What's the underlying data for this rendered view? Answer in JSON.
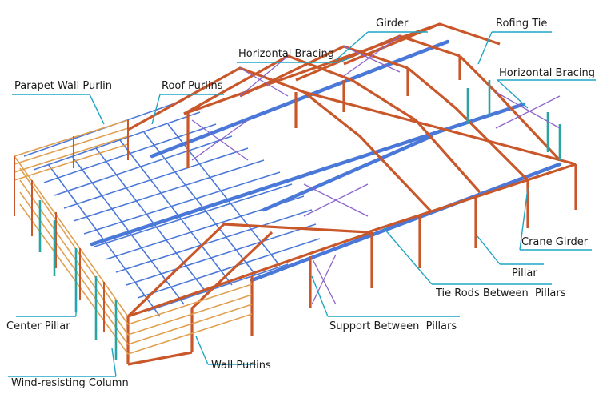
{
  "labels": {
    "girder": "Girder",
    "rofing_tie": "Rofing Tie",
    "horizontal_bracing_top": "Horizontal Bracing",
    "horizontal_bracing_right": "Horizontal Bracing",
    "parapet_wall_purlin": "Parapet Wall Purlin",
    "roof_purlins": "Roof Purlins",
    "crane_girder": "Crane Girder",
    "pillar": "Pillar",
    "tie_rods_between_pillars": "Tie Rods Between  Pillars",
    "center_pillar": "Center Pillar",
    "support_between_pillars": "Support Between  Pillars",
    "wall_purlins": "Wall Purlins",
    "wind_resisting_column": "Wind-resisting Column"
  },
  "colors": {
    "steel_frame": "#c9572a",
    "purlin_blue": "#4a78d8",
    "bracing_purple": "#8a63c9",
    "column_teal": "#2aa3a3",
    "parapet_orange": "#e0a050",
    "leader_line": "#1fa6c2"
  }
}
